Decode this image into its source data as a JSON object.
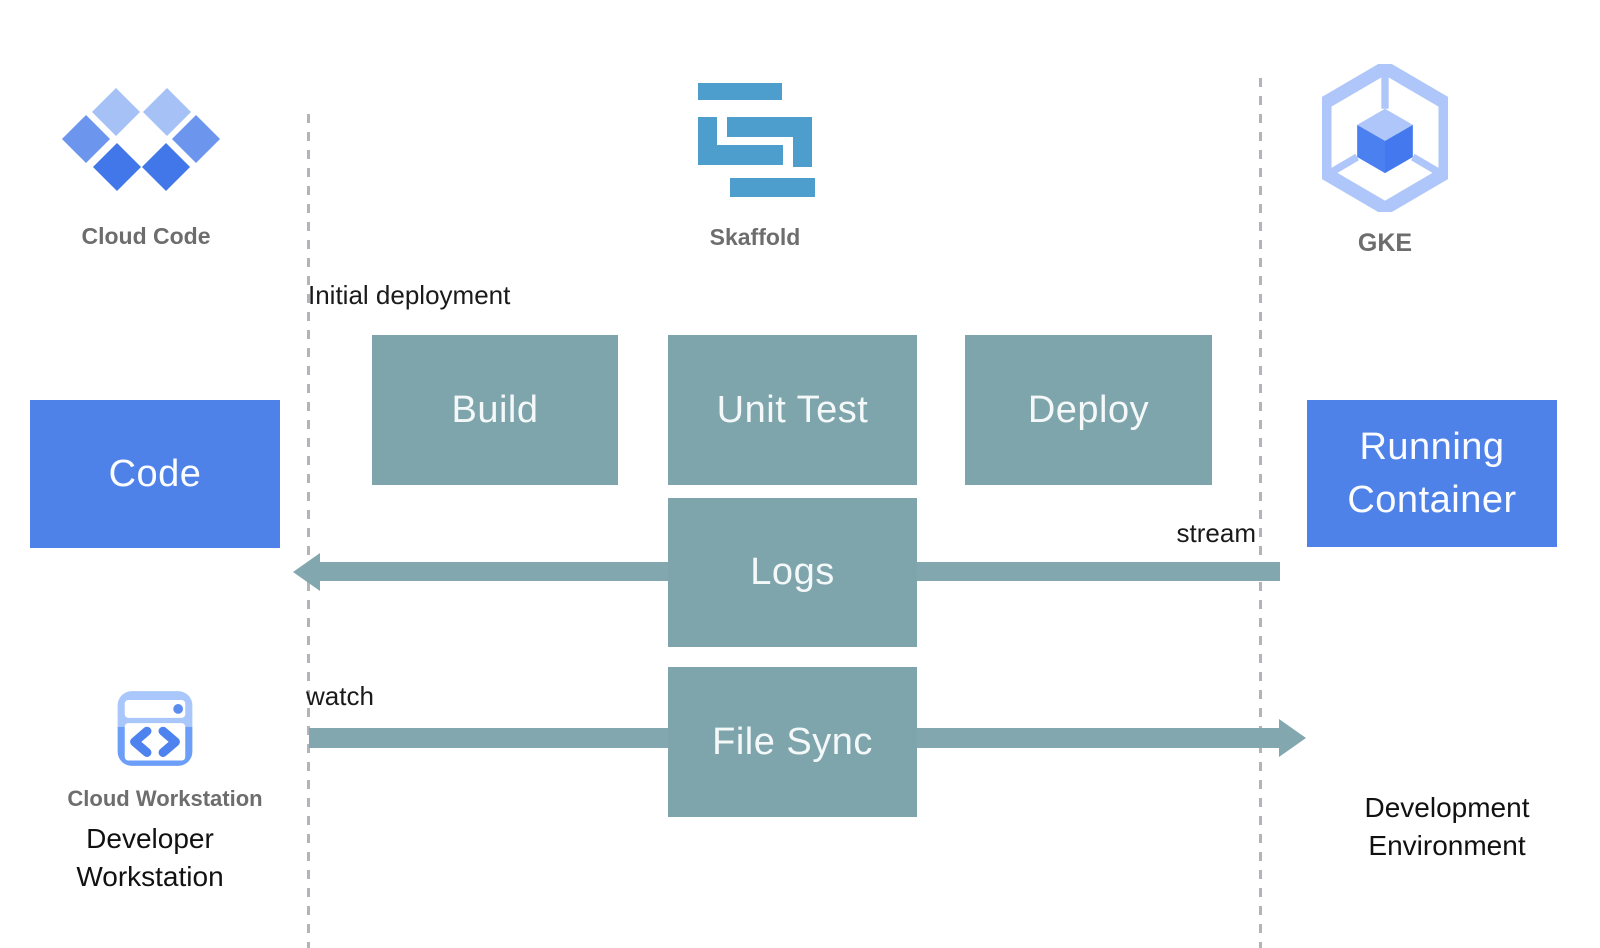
{
  "colors": {
    "box_teal": "#7EA4AC",
    "arrow_teal": "#83A7AE",
    "box_blue": "#4F82E8",
    "label_gray": "#6D6D6D",
    "text_black": "#1A1A1A",
    "dash_gray": "#B3B3BA",
    "skaffold_blue": "#4D9DCD",
    "cc_light": "#A5C1F6",
    "cc_medium": "#6C95EE",
    "cc_dark": "#4177E8",
    "gke_light": "#AEC6F9",
    "gke_mid": "#4B80F0"
  },
  "logos": {
    "cloud_code": {
      "label": "Cloud Code",
      "icon": "cloud-code-diamonds-icon"
    },
    "skaffold": {
      "label": "Skaffold",
      "icon": "skaffold-s-icon"
    },
    "gke": {
      "label": "GKE",
      "icon": "gke-hexagon-cube-icon"
    }
  },
  "nodes": {
    "code": "Code",
    "build": "Build",
    "unit_test": "Unit Test",
    "deploy": "Deploy",
    "logs": "Logs",
    "file_sync": "File Sync",
    "running_container": "Running Container"
  },
  "annotations": {
    "initial_deployment": "Initial deployment",
    "stream": "stream",
    "watch": "watch"
  },
  "footer": {
    "cloud_workstation": "Cloud Workstation",
    "developer_workstation": "Developer Workstation",
    "development_environment": "Development Environment"
  }
}
